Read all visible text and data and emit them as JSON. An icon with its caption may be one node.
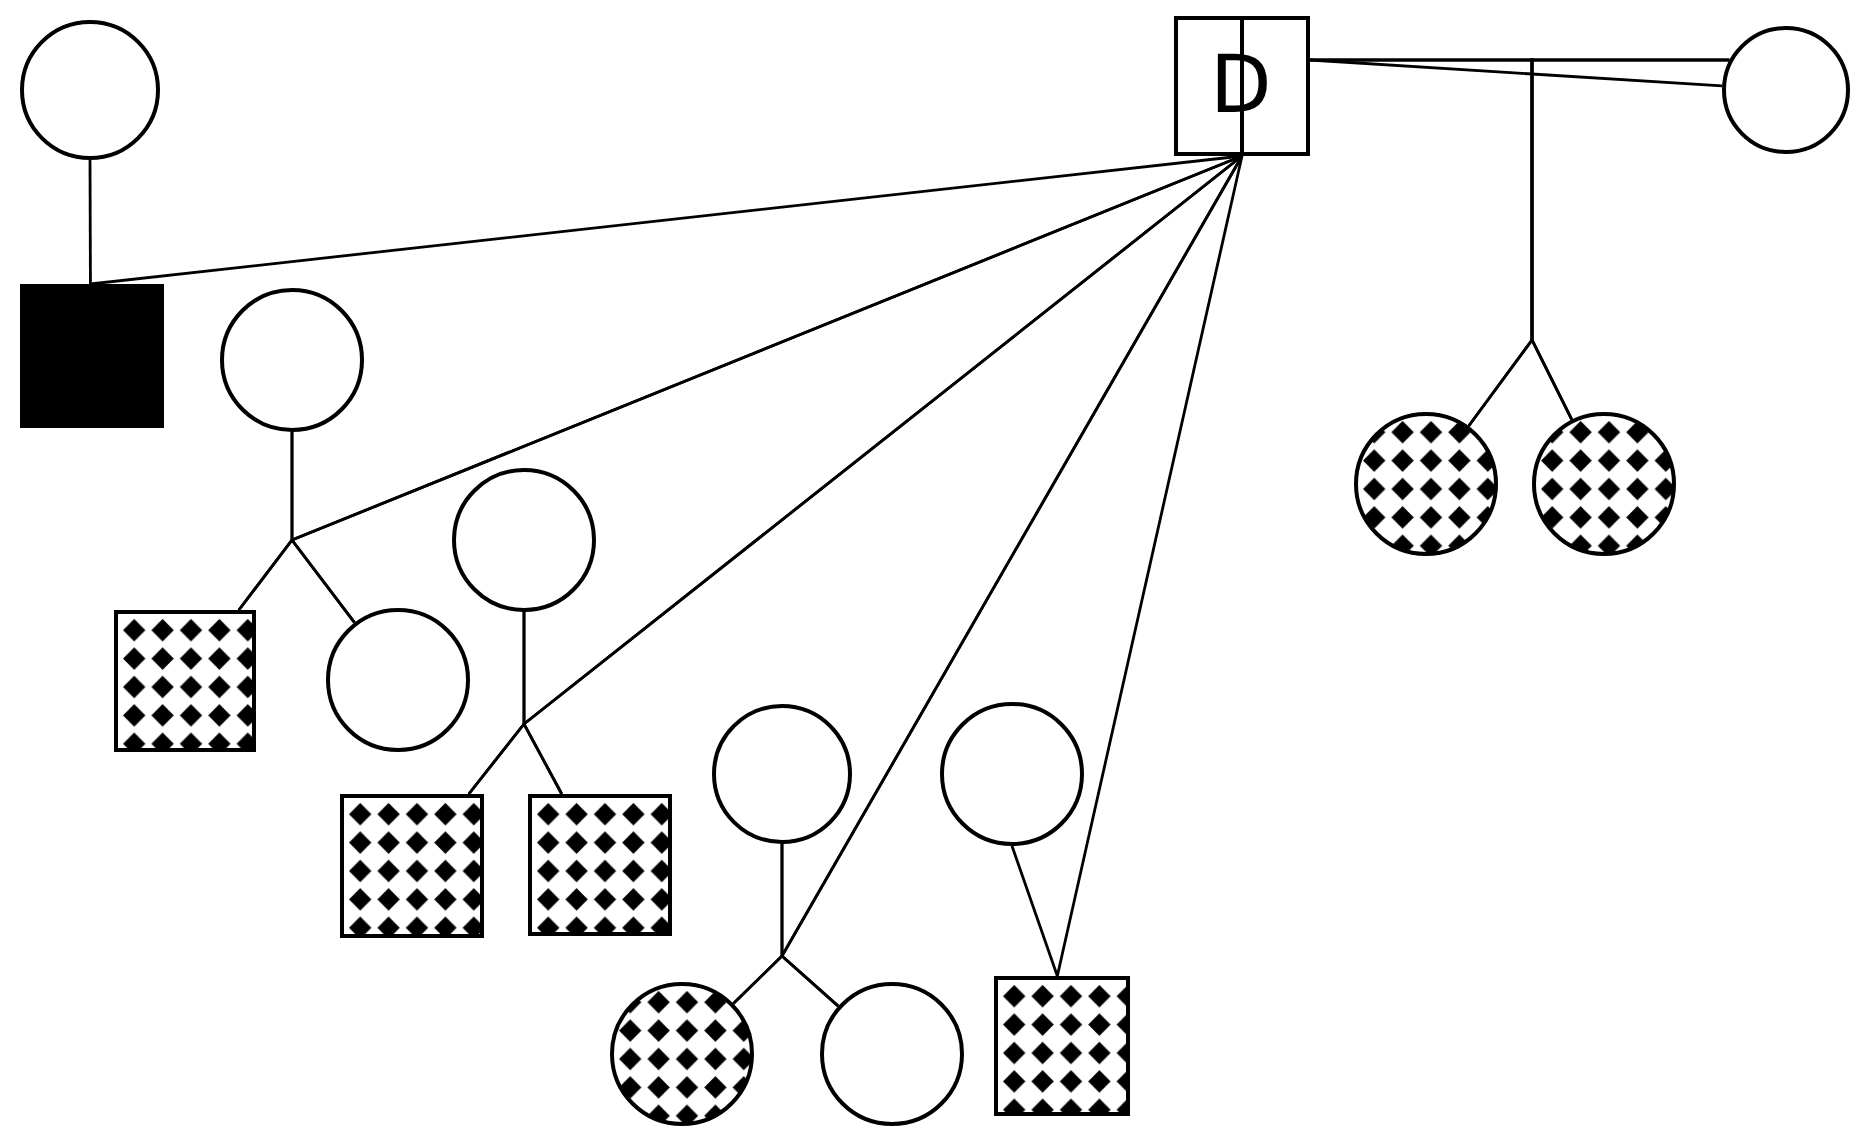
{
  "diagram": {
    "nodes": [
      {
        "text": [],
        "shape": "circle"
      },
      {
        "text": [
          "D"
        ]
      },
      {
        "text": [],
        "shape": "circle"
      },
      {
        "text": [],
        "shape": "box"
      },
      {
        "text": [],
        "shape": "circle"
      },
      {
        "text": [],
        "shape": "circle"
      },
      {
        "text": [],
        "shape": "circle"
      },
      {
        "text": [],
        "shape": "circle"
      },
      {
        "text": [],
        "shape": "box"
      },
      {
        "text": [],
        "shape": "circle"
      },
      {
        "text": [],
        "shape": "circle"
      },
      {
        "text": [],
        "shape": "circle"
      },
      {
        "text": [],
        "shape": "box"
      },
      {
        "text": [],
        "shape": "box"
      },
      {
        "text": [],
        "shape": "circle"
      },
      {
        "text": [],
        "shape": "circle"
      },
      {
        "text": [],
        "shape": "box"
      }
    ],
    "edges": [
      {
        "from": 0,
        "to": 3,
        "arrow": "none"
      },
      {
        "from": 1,
        "to": 3,
        "arrow": "none"
      },
      {
        "from": 1,
        "to": 2,
        "arrow": "none"
      },
      {
        "from": 1,
        "to": 6,
        "arrow": "none"
      },
      {
        "from": 1,
        "to": 7,
        "arrow": "none"
      },
      {
        "from": 2,
        "to": 6,
        "arrow": "none"
      },
      {
        "from": 2,
        "to": 7,
        "arrow": "none"
      },
      {
        "from": 4,
        "to": 8,
        "arrow": "none"
      },
      {
        "from": 4,
        "to": 9,
        "arrow": "none"
      },
      {
        "from": 1,
        "to": 8,
        "arrow": "none"
      },
      {
        "from": 1,
        "to": 9,
        "arrow": "none"
      },
      {
        "from": 5,
        "to": 12,
        "arrow": "none"
      },
      {
        "from": 5,
        "to": 13,
        "arrow": "none"
      },
      {
        "from": 1,
        "to": 12,
        "arrow": "none"
      },
      {
        "from": 1,
        "to": 13,
        "arrow": "none"
      },
      {
        "from": 10,
        "to": 14,
        "arrow": "none"
      },
      {
        "from": 10,
        "to": 15,
        "arrow": "none"
      },
      {
        "from": 1,
        "to": 14,
        "arrow": "none"
      },
      {
        "from": 1,
        "to": 15,
        "arrow": "none"
      },
      {
        "from": 11,
        "to": 16,
        "arrow": "none"
      },
      {
        "from": 1,
        "to": 16,
        "arrow": "none"
      }
    ]
  }
}
